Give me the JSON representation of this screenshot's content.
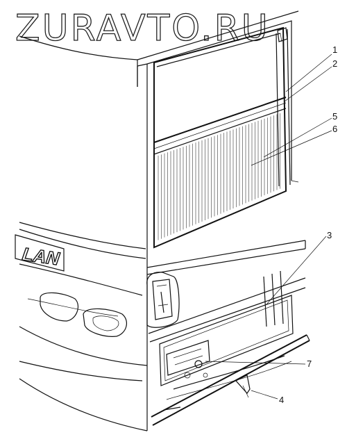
{
  "watermark": "ZURAVTO.RU",
  "logo_text": "LAN",
  "callouts": [
    {
      "id": "1",
      "label": "1"
    },
    {
      "id": "2",
      "label": "2"
    },
    {
      "id": "3",
      "label": "3"
    },
    {
      "id": "4",
      "label": "4"
    },
    {
      "id": "5",
      "label": "5"
    },
    {
      "id": "6",
      "label": "6"
    },
    {
      "id": "7",
      "label": "7"
    }
  ],
  "colors": {
    "line": "#111111",
    "background": "#ffffff"
  }
}
